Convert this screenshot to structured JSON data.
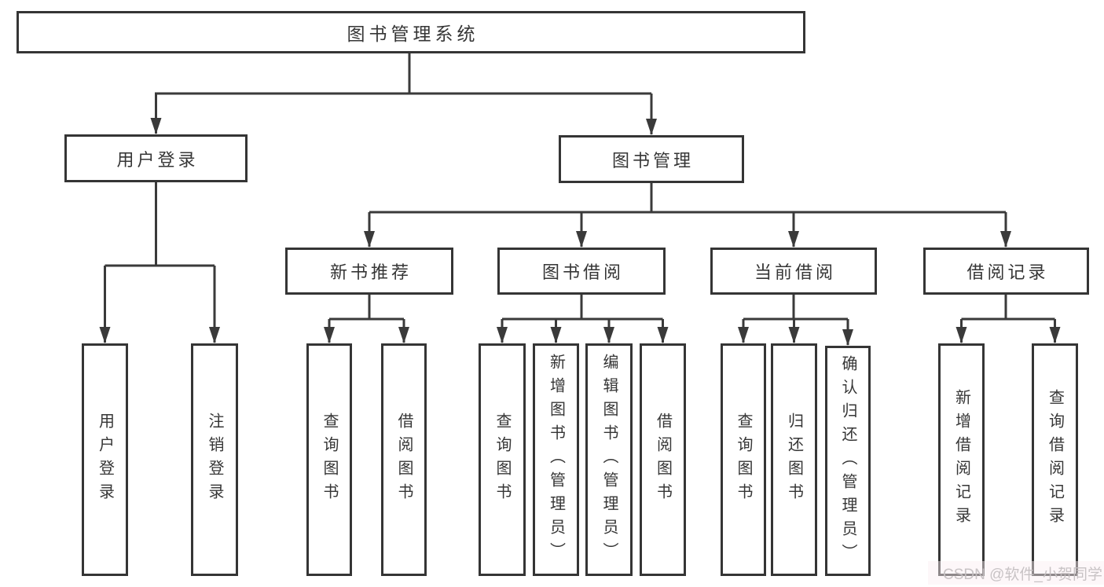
{
  "tree": {
    "label": "图书管理系统",
    "children": [
      {
        "label": "用户登录",
        "children": [
          {
            "label": "用户登录"
          },
          {
            "label": "注销登录"
          }
        ]
      },
      {
        "label": "图书管理",
        "children": [
          {
            "label": "新书推荐",
            "children": [
              {
                "label": "查询图书"
              },
              {
                "label": "借阅图书"
              }
            ]
          },
          {
            "label": "图书借阅",
            "children": [
              {
                "label": "查询图书"
              },
              {
                "label": "新增图书（管理员）"
              },
              {
                "label": "编辑图书（管理员）"
              },
              {
                "label": "借阅图书"
              }
            ]
          },
          {
            "label": "当前借阅",
            "children": [
              {
                "label": "查询图书"
              },
              {
                "label": "归还图书"
              },
              {
                "label": "确认归还（管理员）"
              }
            ]
          },
          {
            "label": "借阅记录",
            "children": [
              {
                "label": "新增借阅记录"
              },
              {
                "label": "查询借阅记录"
              }
            ]
          }
        ]
      }
    ]
  },
  "watermark": {
    "text": "CSDN @软件_小贺同学"
  },
  "colors": {
    "line": "#3a3a3a",
    "box_border": "#353535",
    "text": "#363636",
    "background": "#ffffff",
    "watermark": "#c5c0c2"
  }
}
